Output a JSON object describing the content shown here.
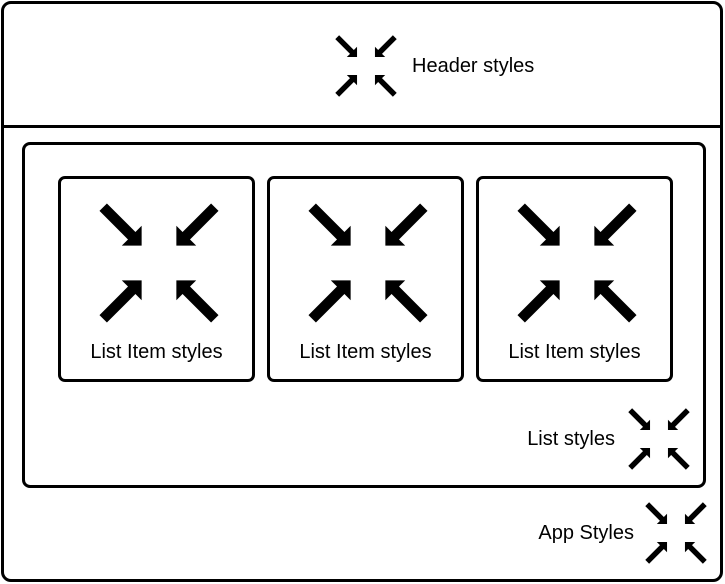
{
  "header": {
    "label": "Header styles",
    "icon": "collapse-arrows-icon"
  },
  "list": {
    "label": "List styles",
    "icon": "collapse-arrows-icon",
    "items": [
      {
        "label": "List Item styles",
        "icon": "collapse-arrows-icon"
      },
      {
        "label": "List Item styles",
        "icon": "collapse-arrows-icon"
      },
      {
        "label": "List Item styles",
        "icon": "collapse-arrows-icon"
      }
    ]
  },
  "app": {
    "label": "App Styles",
    "icon": "collapse-arrows-icon"
  },
  "colors": {
    "stroke": "#000000",
    "background": "#ffffff"
  }
}
